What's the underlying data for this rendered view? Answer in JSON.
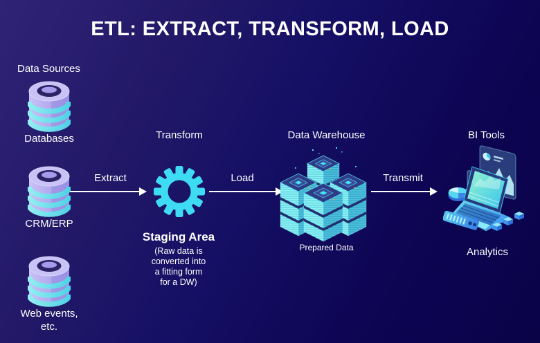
{
  "title": "ETL: EXTRACT, TRANSFORM, LOAD",
  "colors": {
    "background_top_left": "#2f2376",
    "background_bottom_right": "#0a0348",
    "text": "#ffffff",
    "gear_cyan": "#3edcf2",
    "database_lavender": "#beb6f2",
    "database_stripe_cyan": "#6fe4ec",
    "server_body_cyan": "#8df0f2",
    "server_top_indigo": "#2e3c88",
    "bi_blue": "#3f9ef2"
  },
  "data_sources": {
    "heading": "Data Sources",
    "items": [
      {
        "label": "Databases",
        "icon": "database-icon"
      },
      {
        "label": "CRM/ERP",
        "icon": "database-icon"
      },
      {
        "label": "Web events, etc.",
        "icon": "database-icon"
      }
    ]
  },
  "pipeline": {
    "extract_arrow_label": "Extract",
    "transform_step_label": "Transform",
    "load_arrow_label": "Load",
    "transmit_arrow_label": "Transmit",
    "staging": {
      "title": "Staging Area",
      "note_lines": [
        "(Raw data is",
        "converted into",
        "a fitting form",
        "for a DW)"
      ]
    },
    "warehouse": {
      "label": "Data Warehouse",
      "sublabel": "Prepared Data"
    },
    "bi": {
      "label": "BI Tools",
      "sublabel": "Analytics"
    }
  }
}
